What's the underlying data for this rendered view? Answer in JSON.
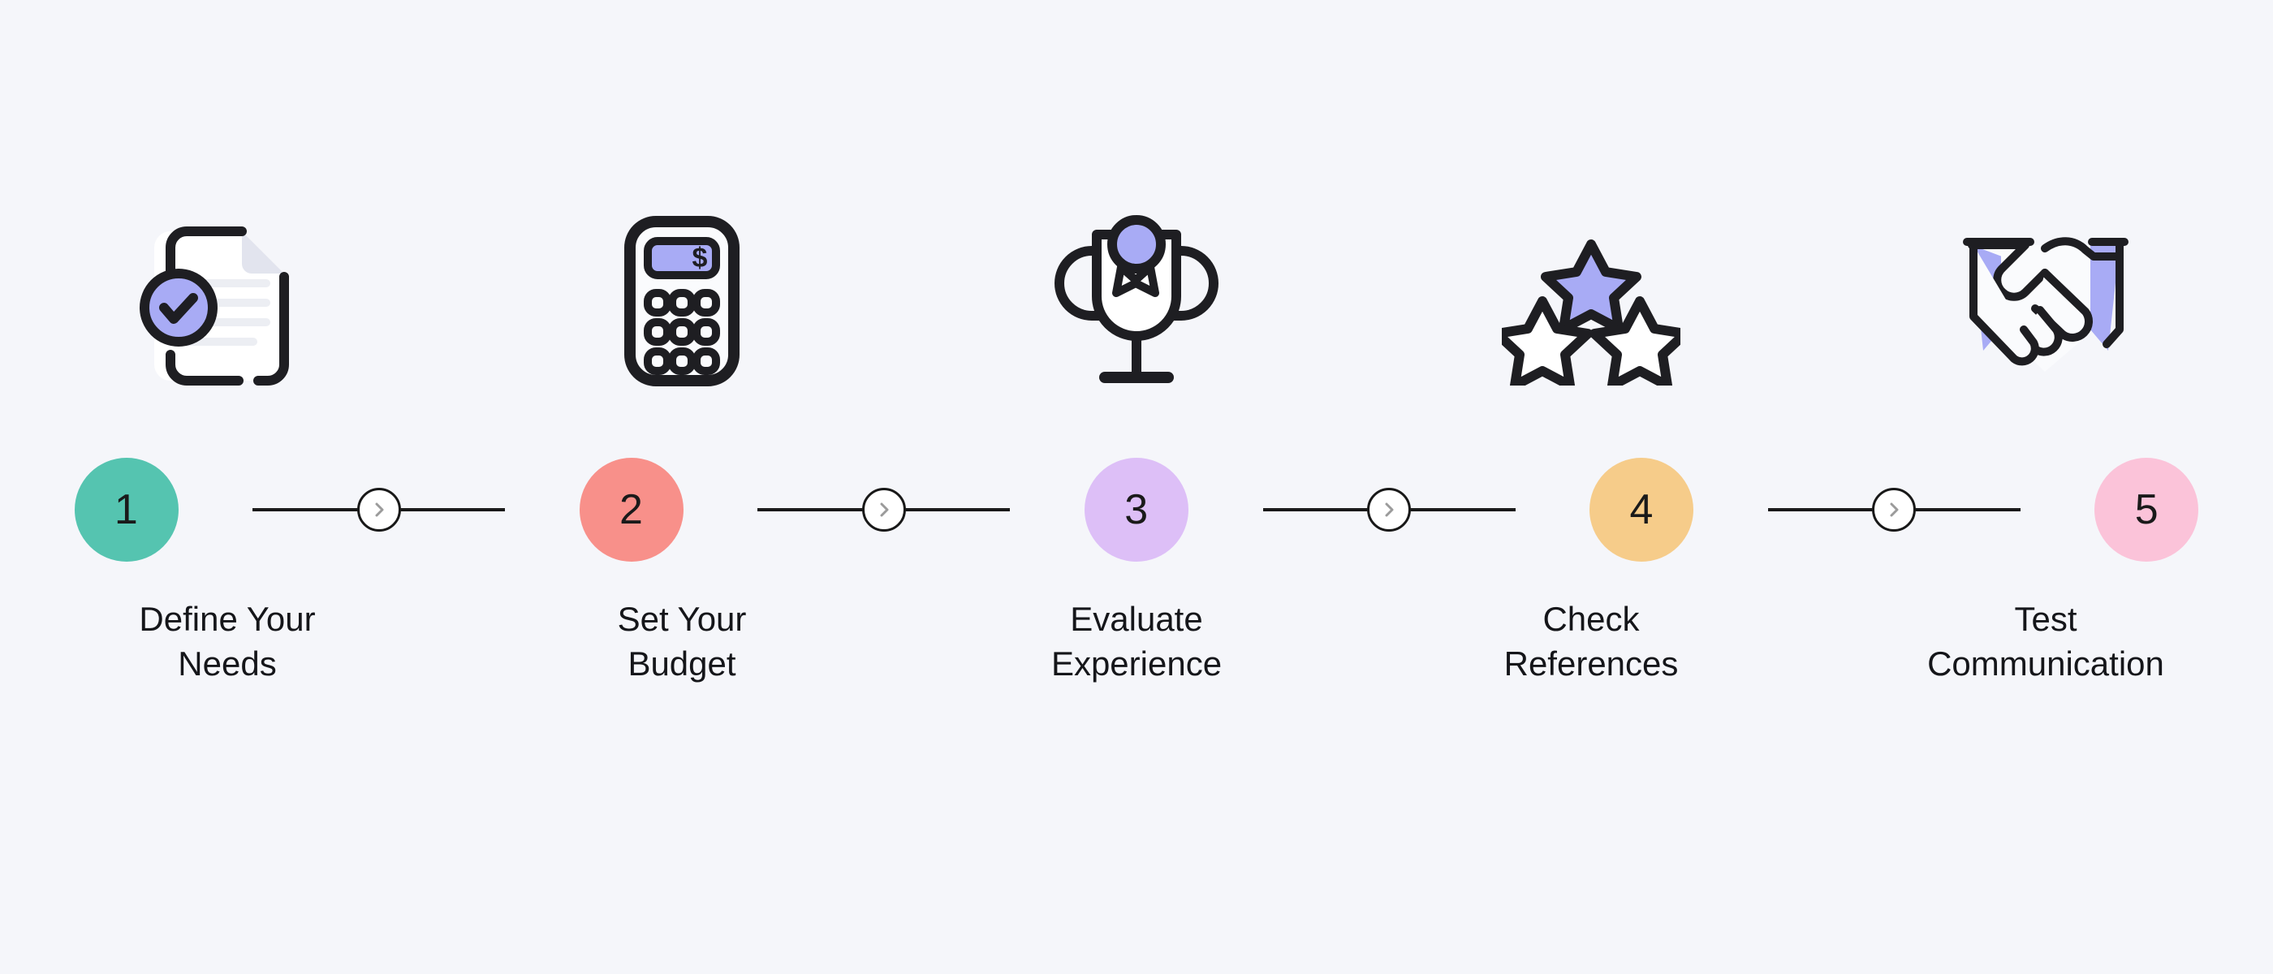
{
  "theme": {
    "background": "#f5f6fa",
    "accent_purple": "#a8abf5",
    "accent_purple_light": "#b6b9fa",
    "outline": "#1e1e22",
    "paper_white": "#ffffff",
    "line_grey": "#eceef3",
    "connector_color": "#1a1a1a",
    "chevron_color": "#9b9b9b",
    "text_color": "#15161a"
  },
  "steps": [
    {
      "number": "1",
      "label": "Define Your\nNeeds",
      "circle_color": "#55c4b0",
      "icon_name": "document-check-icon"
    },
    {
      "number": "2",
      "label": "Set Your\nBudget",
      "circle_color": "#f8908a",
      "icon_name": "calculator-icon"
    },
    {
      "number": "3",
      "label": "Evaluate\nExperience",
      "circle_color": "#ddbff7",
      "icon_name": "trophy-icon"
    },
    {
      "number": "4",
      "label": "Check\nReferences",
      "circle_color": "#f6cc8a",
      "icon_name": "three-stars-icon"
    },
    {
      "number": "5",
      "label": "Test\nCommunication",
      "circle_color": "#fbc3d9",
      "icon_name": "handshake-icon"
    }
  ],
  "connectors": [
    {
      "icon_name": "chevron-right-icon"
    },
    {
      "icon_name": "chevron-right-icon"
    },
    {
      "icon_name": "chevron-right-icon"
    },
    {
      "icon_name": "chevron-right-icon"
    }
  ],
  "calculator": {
    "display_symbol": "$"
  }
}
